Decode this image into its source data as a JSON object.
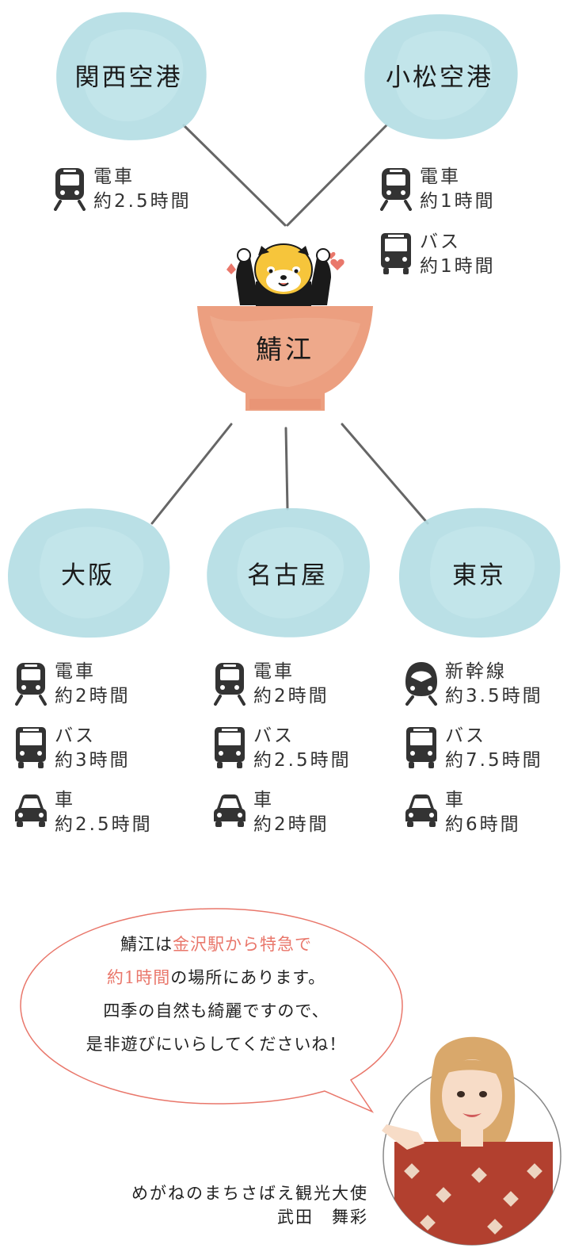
{
  "hub": {
    "name": "鯖江"
  },
  "origins": {
    "kansai": {
      "name": "関西空港",
      "routes": [
        {
          "icon": "train-icon",
          "mode": "電車",
          "time": "約2.5時間"
        }
      ]
    },
    "komatsu": {
      "name": "小松空港",
      "routes": [
        {
          "icon": "train-icon",
          "mode": "電車",
          "time": "約1時間"
        },
        {
          "icon": "bus-icon",
          "mode": "バス",
          "time": "約1時間"
        }
      ]
    },
    "osaka": {
      "name": "大阪",
      "routes": [
        {
          "icon": "train-icon",
          "mode": "電車",
          "time": "約2時間"
        },
        {
          "icon": "bus-icon",
          "mode": "バス",
          "time": "約3時間"
        },
        {
          "icon": "car-icon",
          "mode": "車",
          "time": "約2.5時間"
        }
      ]
    },
    "nagoya": {
      "name": "名古屋",
      "routes": [
        {
          "icon": "train-icon",
          "mode": "電車",
          "time": "約2時間"
        },
        {
          "icon": "bus-icon",
          "mode": "バス",
          "time": "約2.5時間"
        },
        {
          "icon": "car-icon",
          "mode": "車",
          "time": "約2時間"
        }
      ]
    },
    "tokyo": {
      "name": "東京",
      "routes": [
        {
          "icon": "shinkansen-icon",
          "mode": "新幹線",
          "time": "約3.5時間"
        },
        {
          "icon": "bus-icon",
          "mode": "バス",
          "time": "約7.5時間"
        },
        {
          "icon": "car-icon",
          "mode": "車",
          "time": "約6時間"
        }
      ]
    }
  },
  "message": {
    "line1_a": "鯖江は",
    "line1_b": "金沢駅から特急で",
    "line2_a": "約1時間",
    "line2_b": "の場所にあります。",
    "line3": "四季の自然も綺麗ですので、",
    "line4": "是非遊びにいらしてくださいね！"
  },
  "ambassador": {
    "title": "めがねのまちさばえ観光大使",
    "name": "武田　舞彩"
  },
  "colors": {
    "cloud": "#b3dde3",
    "bowl": "#ec9f80",
    "accent": "#e9776b",
    "icon": "#333333",
    "line": "#666666"
  }
}
